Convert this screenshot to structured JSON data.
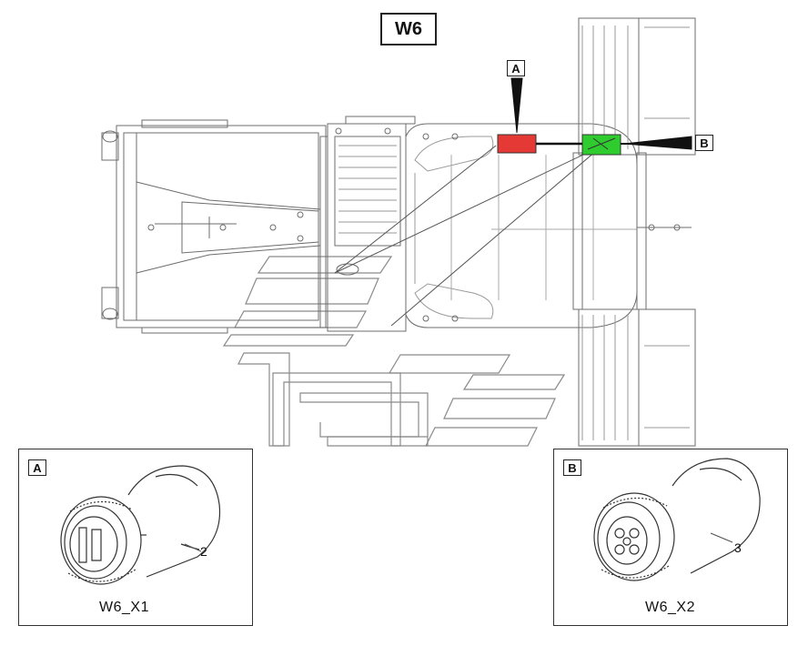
{
  "diagram_title": "W6",
  "locator_a": "A",
  "locator_b": "B",
  "detail_a": {
    "tag": "A",
    "callout": "2",
    "caption": "W6_X1",
    "color": "#e53935"
  },
  "detail_b": {
    "tag": "B",
    "callout": "3",
    "caption": "W6_X2",
    "color": "#2ecc2e"
  }
}
